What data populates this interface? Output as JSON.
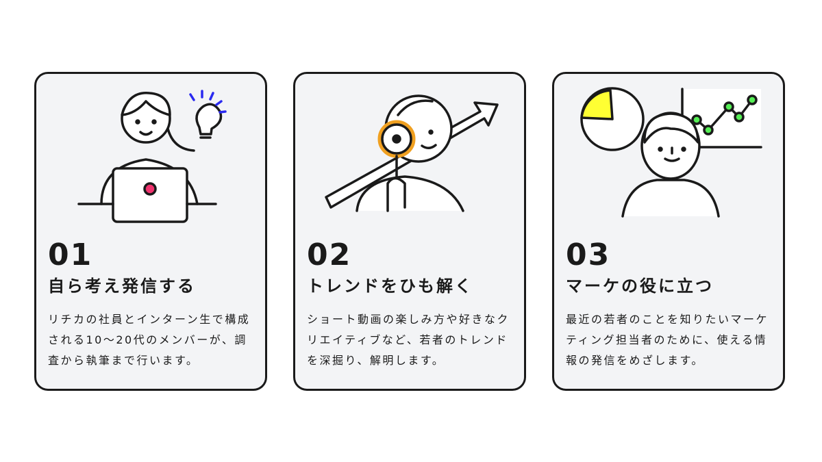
{
  "cards": [
    {
      "number": "01",
      "title": "自ら考え発信する",
      "description": "リチカの社員とインターン生で構成される10〜20代のメンバーが、調査から執筆まで行います。",
      "illustration": "person-with-laptop-and-lightbulb"
    },
    {
      "number": "02",
      "title": "トレンドをひも解く",
      "description": "ショート動画の楽しみ方や好きなクリエイティブなど、若者のトレンドを深掘り、解明します。",
      "illustration": "person-with-magnifier-and-arrow"
    },
    {
      "number": "03",
      "title": "マーケの役に立つ",
      "description": "最近の若者のことを知りたいマーケティング担当者のために、使える情報の発信をめざします。",
      "illustration": "person-with-charts"
    }
  ],
  "colors": {
    "card_bg": "#f3f4f6",
    "border": "#1a1a1a",
    "bulb_rays": "#2a2af0",
    "laptop_dot": "#f0336e",
    "magnifier": "#f0a020",
    "pie": "#ffff33",
    "points": "#55ee55"
  }
}
